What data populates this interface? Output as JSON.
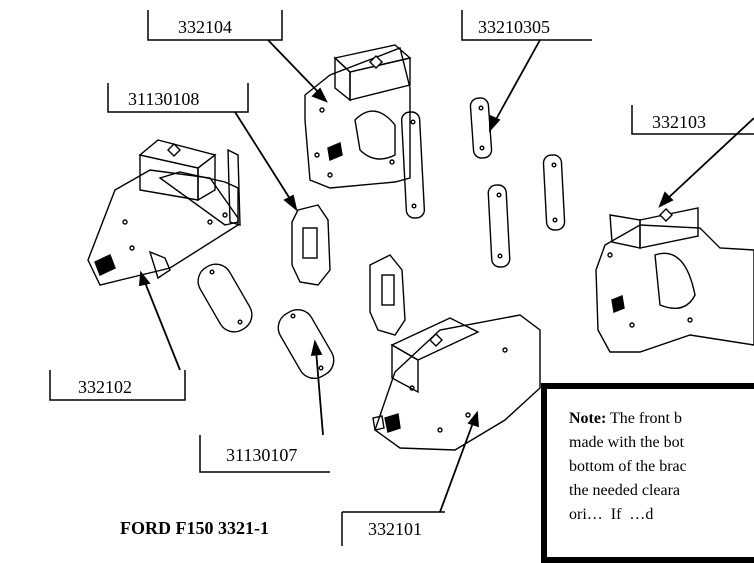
{
  "title": "FORD F150 3321-1",
  "labels": {
    "p332104": "332104",
    "p33210305": "33210305",
    "p31130108": "31130108",
    "p332103": "332103",
    "p332102": "332102",
    "p31130107": "31130107",
    "p332101": "332101"
  },
  "note": {
    "heading": "Note:",
    "line1": " The front b",
    "line2": "made with the bot",
    "line3": "bottom of the brac",
    "line4": "the needed cleara",
    "line5": "ori…  If  …d"
  }
}
